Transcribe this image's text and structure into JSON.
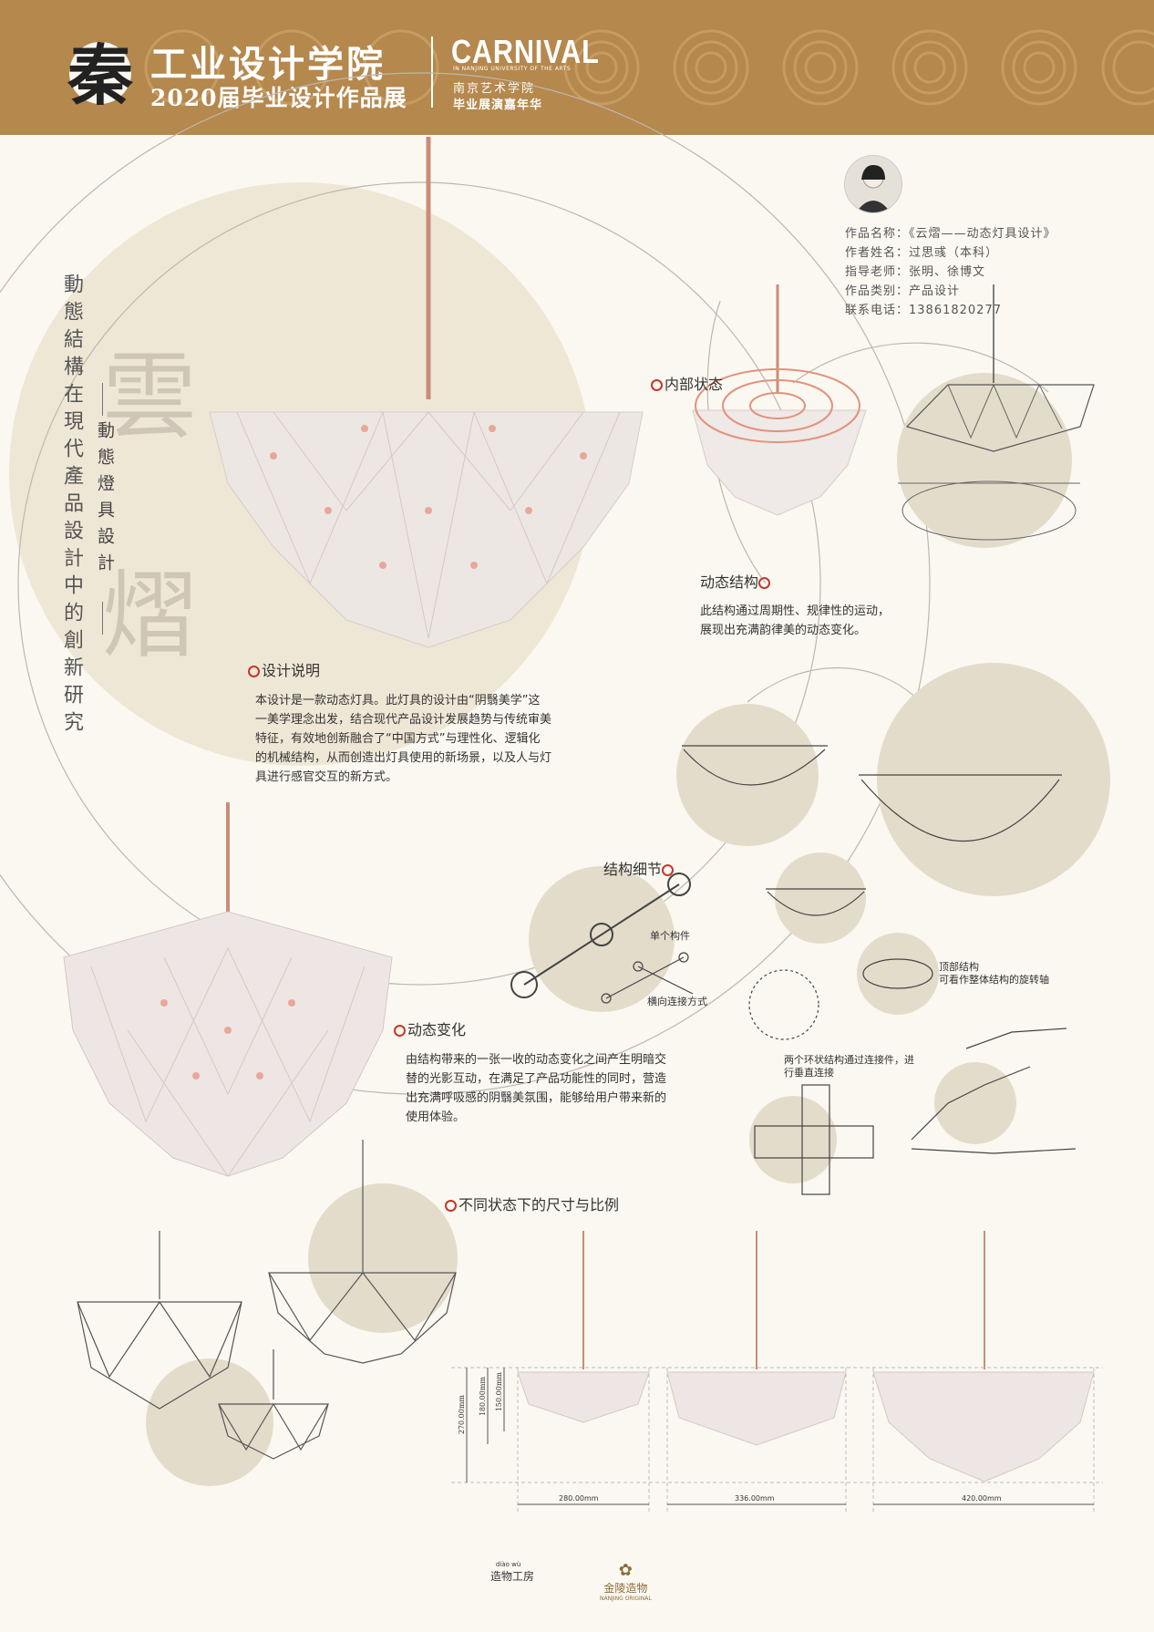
{
  "header": {
    "seal_glyph": "秦",
    "school_title": "工业设计学院",
    "exhibition_title": "2020届毕业设计作品展",
    "carnival": "CARNIVAL",
    "carnival_sub": "IN NANJING UNIVERSITY OF THE ARTS",
    "carnival_cn1": "南京艺术学院",
    "carnival_cn2": "毕业展演嘉年华",
    "color": "#b5884d"
  },
  "titles": {
    "vertical_main": "動態結構在現代產品設計中的創新研究",
    "big_char_1": "雲",
    "big_char_2": "熠",
    "vertical_sub": "動態燈具設計"
  },
  "info": {
    "name": "作品名称：《云熠——动态灯具设计》",
    "author": "作者姓名：过思彧（本科）",
    "teacher": "指导老师：张明、徐博文",
    "category": "作品类别：产品设计",
    "phone": "联系电话：13861820277"
  },
  "sections": {
    "internal_state": "内部状态",
    "dynamic_structure": "动态结构",
    "dynamic_structure_text": [
      "此结构通过周期性、规律性的运动，",
      "展现出充满韵律美的动态变化。"
    ],
    "design_desc": "设计说明",
    "design_desc_text": [
      "本设计是一款动态灯具。此灯具的设计由“阴翳美学”这",
      "一美学理念出发，结合现代产品设计发展趋势与传统审美",
      "特征，有效地创新融合了“中国方式”与理性化、逻辑化",
      "的机械结构，从而创造出灯具使用的新场景，以及人与灯",
      "具进行感官交互的新方式。"
    ],
    "structure_detail": "结构细节",
    "single_part": "单个构件",
    "horizontal_link": "横向连接方式",
    "top_structure": [
      "顶部结构",
      "可看作整体结构的旋转轴"
    ],
    "dynamic_change": "动态变化",
    "dynamic_change_text": [
      "由结构带来的一张一收的动态变化之间产生明暗交",
      "替的光影互动，在满足了产品功能性的同时，营造",
      "出充满呼吸感的阴翳美氛围，能够给用户带来新的",
      "使用体验。"
    ],
    "ring_connect": [
      "两个环状结构通过连接件，进",
      "行垂直连接"
    ],
    "size_ratio": "不同状态下的尺寸与比例"
  },
  "dimensions": {
    "w1": "280.00mm",
    "w2": "336.00mm",
    "w3": "420.00mm",
    "h_total": "270.00mm",
    "h_mid": "180.00mm",
    "h_small": "150.00mm"
  },
  "footer": {
    "logo1_pinyin": "diào wù",
    "logo1": "造物工房",
    "logo2": "金陵造物",
    "logo2_en": "NANJING ORIGINAL"
  },
  "colors": {
    "beige": "#e4dccb",
    "accent_red": "#c0392b",
    "copper": "#c98d7a"
  }
}
